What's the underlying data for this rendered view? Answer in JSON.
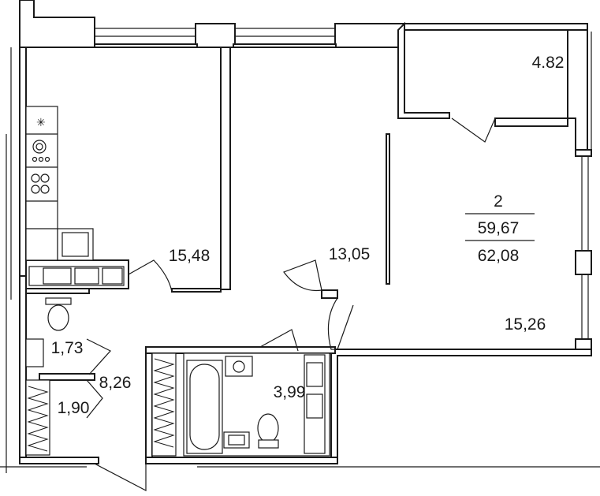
{
  "apartment": {
    "rooms_count": "2",
    "living_area": "59,67",
    "total_area": "62,08"
  },
  "rooms": {
    "bedroom_left": "15,48",
    "bedroom_middle": "13,05",
    "balcony": "4.82",
    "living_room": "15,26",
    "bathroom": "1,73",
    "hallway": "8,26",
    "closet": "1,90",
    "bathroom_large": "3,99"
  }
}
